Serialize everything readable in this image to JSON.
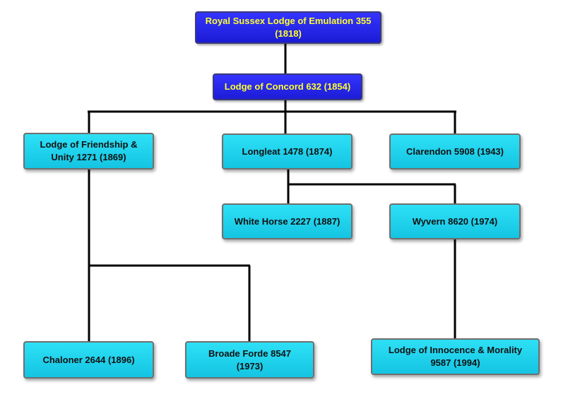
{
  "colors": {
    "top_fill": "#2222e6",
    "top_text": "#ffff30",
    "node_fill": "#1fd0ec",
    "line": "#000000"
  },
  "nodes": {
    "royal_sussex": "Royal  Sussex Lodge of Emulation 355\n(1818)",
    "concord": "Lodge of Concord 632 (1854)",
    "friendship_unity": "Lodge of Friendship &\nUnity 1271 (1869)",
    "longleat": "Longleat 1478 (1874)",
    "clarendon": "Clarendon 5908 (1943)",
    "white_horse": "White Horse 2227 (1887)",
    "wyvern": "Wyvern 8620 (1974)",
    "chaloner": "Chaloner 2644 (1896)",
    "broade_forde": "Broade Forde 8547\n(1973)",
    "innocence_morality": "Lodge of Innocence & Morality\n9587 (1994)"
  }
}
